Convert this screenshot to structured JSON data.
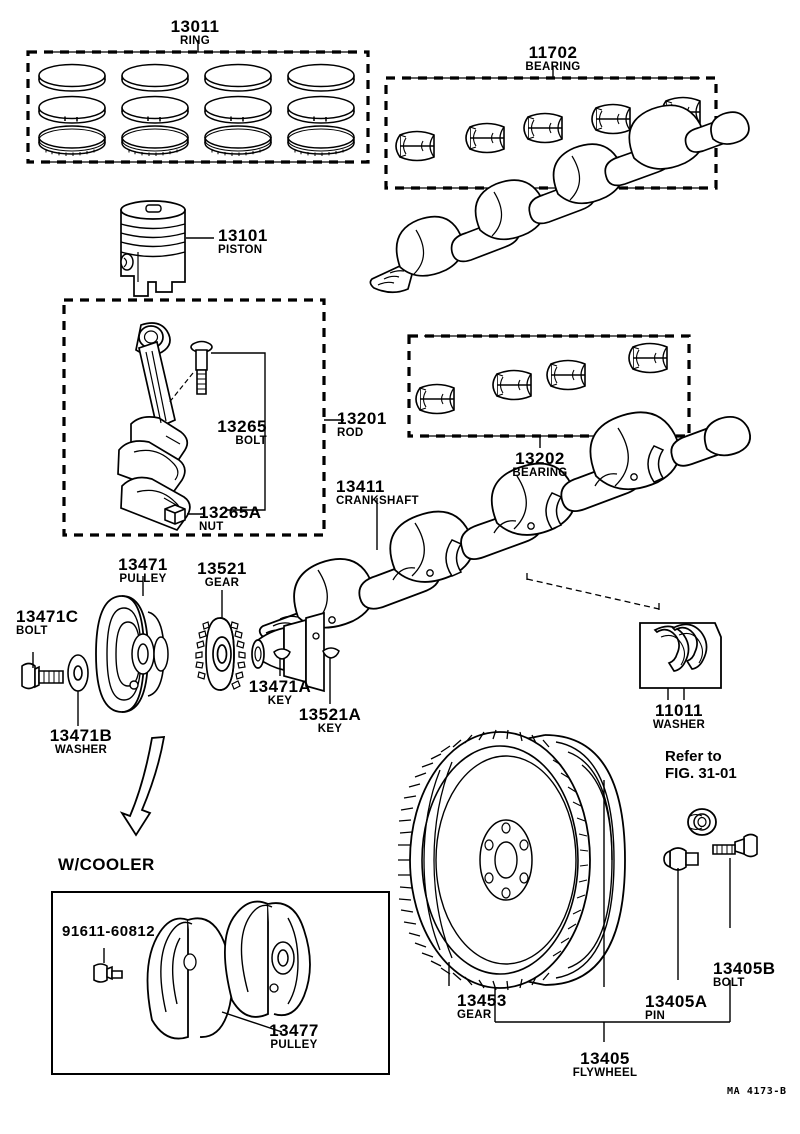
{
  "diagram": {
    "watermark": "MA 4173-B",
    "note_cooler": "W/COOLER",
    "refer_line1": "Refer to",
    "refer_line2": "FIG. 31-01"
  },
  "parts": {
    "ring": {
      "num": "13011",
      "name": "RING"
    },
    "bearing_main": {
      "num": "11702",
      "name": "BEARING"
    },
    "piston": {
      "num": "13101",
      "name": "PISTON"
    },
    "rod": {
      "num": "13201",
      "name": "ROD"
    },
    "rod_bolt": {
      "num": "13265",
      "name": "BOLT"
    },
    "rod_nut": {
      "num": "13265A",
      "name": "NUT"
    },
    "bearing_rod": {
      "num": "13202",
      "name": "BEARING"
    },
    "crankshaft": {
      "num": "13411",
      "name": "CRANKSHAFT"
    },
    "pulley": {
      "num": "13471",
      "name": "PULLEY"
    },
    "pulley_bolt": {
      "num": "13471C",
      "name": "BOLT"
    },
    "pulley_washer": {
      "num": "13471B",
      "name": "WASHER"
    },
    "pulley_key": {
      "num": "13471A",
      "name": "KEY"
    },
    "gear": {
      "num": "13521",
      "name": "GEAR"
    },
    "gear_key": {
      "num": "13521A",
      "name": "KEY"
    },
    "thrust_washer": {
      "num": "11011",
      "name": "WASHER"
    },
    "ring_gear": {
      "num": "13453",
      "name": "GEAR"
    },
    "flywheel": {
      "num": "13405",
      "name": "FLYWHEEL"
    },
    "flywheel_pin": {
      "num": "13405A",
      "name": "PIN"
    },
    "flywheel_bolt": {
      "num": "13405B",
      "name": "BOLT"
    },
    "cooler_bolt": {
      "num": "91611-60812",
      "name": ""
    },
    "cooler_pulley": {
      "num": "13477",
      "name": "PULLEY"
    }
  }
}
